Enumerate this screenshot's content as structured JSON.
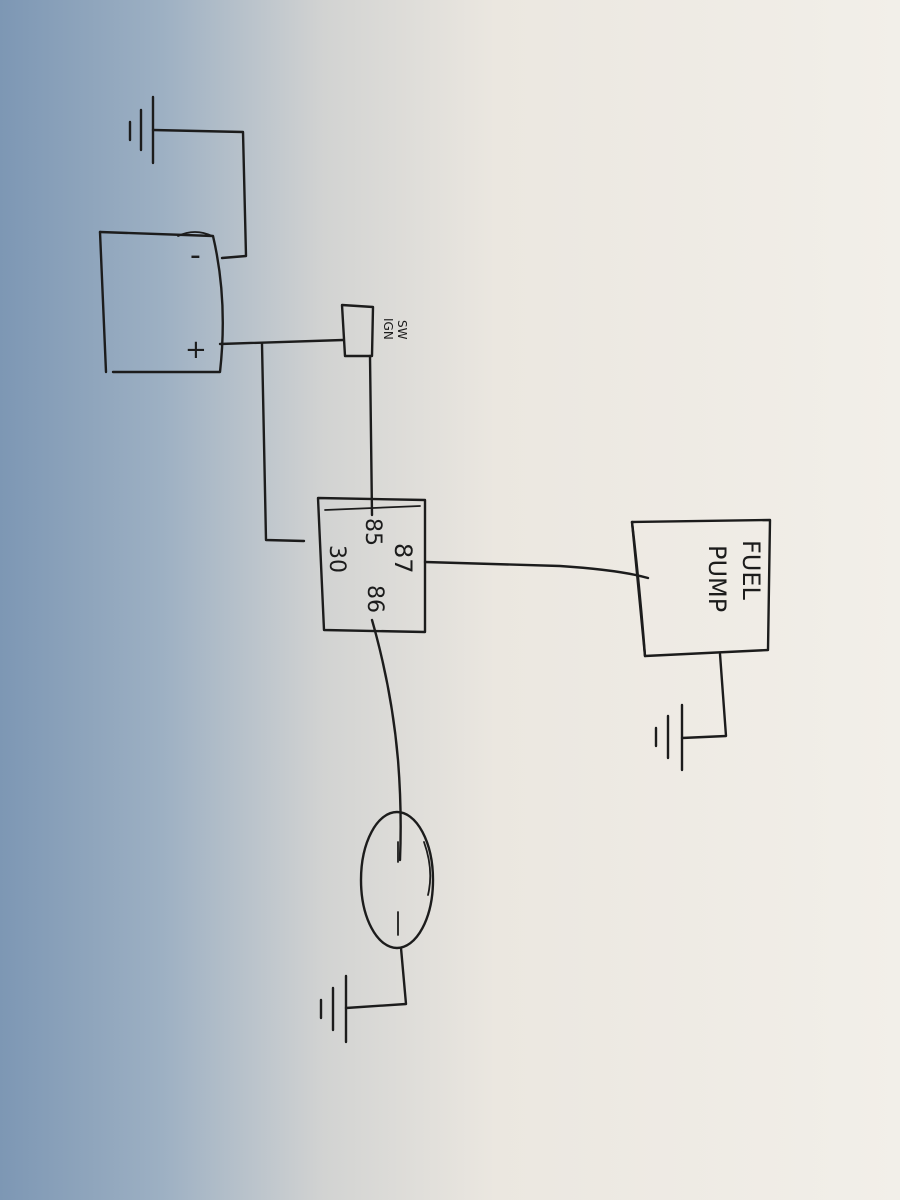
{
  "colors": {
    "paper": "#eeeae3",
    "shadow": "#7f98b3",
    "ink": "#1c1c1c"
  },
  "battery": {
    "minus": "-",
    "plus": "+"
  },
  "ign_switch": {
    "line1": "IGN",
    "line2": "SW"
  },
  "relay": {
    "pin87": "87",
    "pin85": "85",
    "pin30": "30",
    "pin86": "86"
  },
  "fuel_pump": {
    "line1": "FUEL",
    "line2": "PUMP"
  },
  "ground_mark": "="
}
